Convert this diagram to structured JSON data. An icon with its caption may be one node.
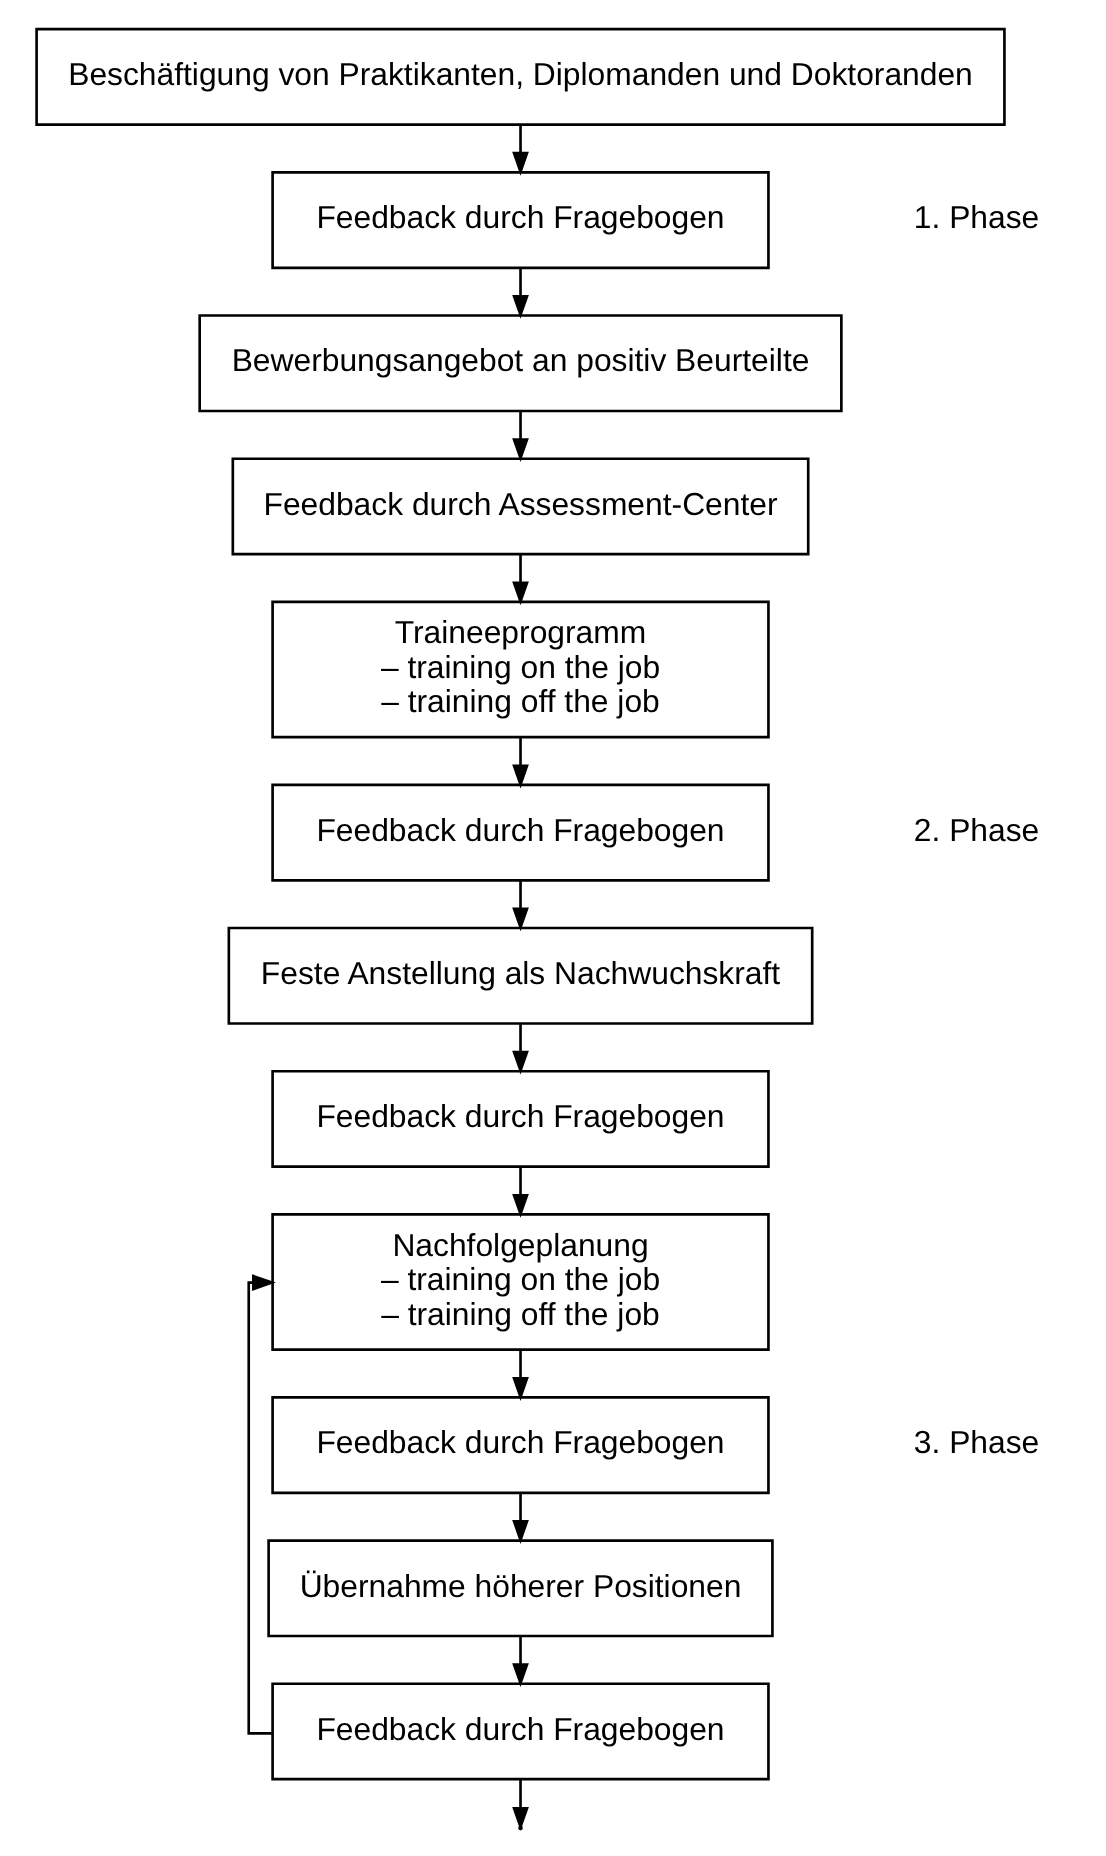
{
  "diagram": {
    "nodes": [
      {
        "text": [
          "Beschäftigung von Praktikanten, Diplomanden und Doktoranden"
        ]
      },
      {
        "text": [
          "Feedback durch Fragebogen"
        ]
      },
      {
        "text": [
          "Bewerbungsangebot an positiv Beurteilte"
        ]
      },
      {
        "text": [
          "Feedback durch Assessment-Center"
        ]
      },
      {
        "text": [
          "Traineeprogramm",
          "– training on the job",
          "– training off the job"
        ]
      },
      {
        "text": [
          "Feedback durch Fragebogen"
        ]
      },
      {
        "text": [
          "Feste Anstellung als Nachwuchskraft"
        ]
      },
      {
        "text": [
          "Feedback durch Fragebogen"
        ]
      },
      {
        "text": [
          "Nachfolgeplanung",
          "– training on the job",
          "– training off the job"
        ]
      },
      {
        "text": [
          "Feedback durch Fragebogen"
        ]
      },
      {
        "text": [
          "Übernahme höherer Positionen"
        ]
      },
      {
        "text": [
          "Feedback durch Fragebogen"
        ]
      }
    ],
    "edges": [
      {
        "from": 0,
        "to": 1,
        "arrow": "to"
      },
      {
        "from": 1,
        "to": 2,
        "arrow": "to"
      },
      {
        "from": 2,
        "to": 3,
        "arrow": "to"
      },
      {
        "from": 3,
        "to": 4,
        "arrow": "to"
      },
      {
        "from": 4,
        "to": 5,
        "arrow": "to"
      },
      {
        "from": 5,
        "to": 6,
        "arrow": "to"
      },
      {
        "from": 6,
        "to": 7,
        "arrow": "to"
      },
      {
        "from": 7,
        "to": 8,
        "arrow": "to"
      },
      {
        "from": 8,
        "to": 9,
        "arrow": "to"
      },
      {
        "from": 9,
        "to": 10,
        "arrow": "to"
      },
      {
        "from": 10,
        "to": 11,
        "arrow": "to"
      },
      {
        "from": 11,
        "to": null,
        "arrow": "to"
      },
      {
        "from": 11,
        "to": 8,
        "arrow": "to"
      }
    ],
    "labels": [
      "1. Phase",
      "2. Phase",
      "3. Phase"
    ]
  }
}
